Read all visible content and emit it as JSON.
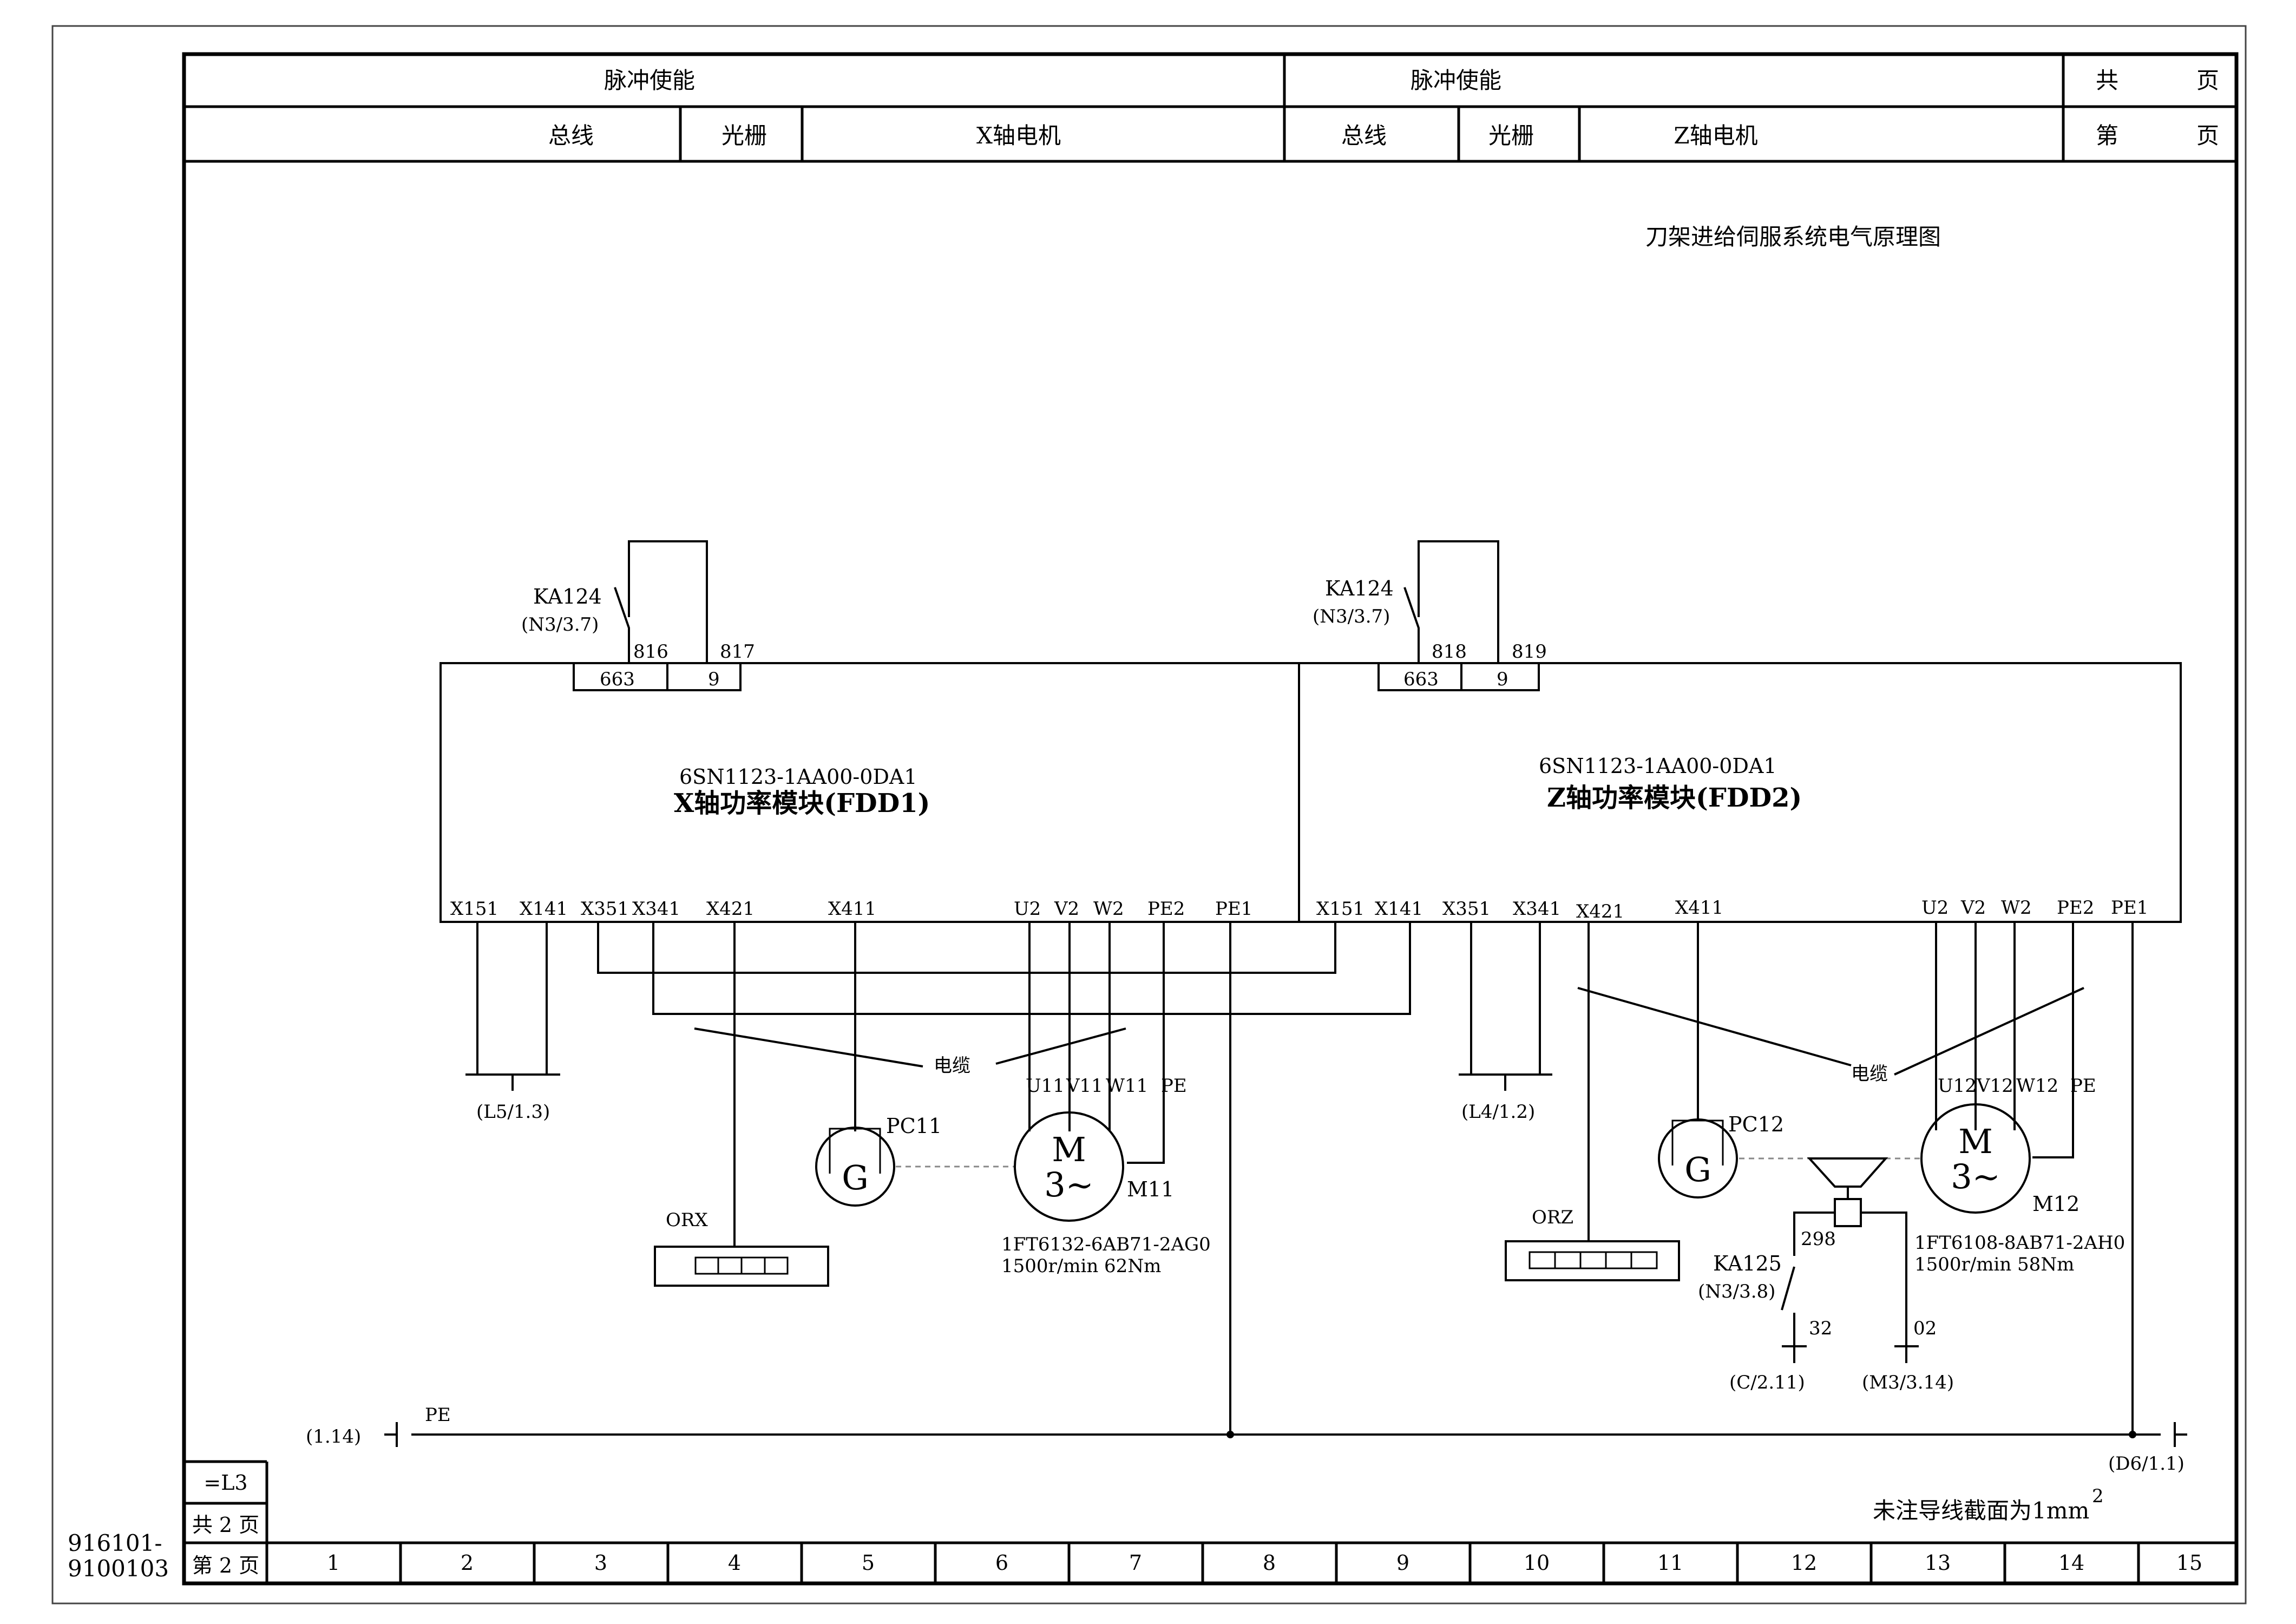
{
  "header": {
    "pulse_enable_left": "脉冲使能",
    "pulse_enable_right": "脉冲使能",
    "total_label": "共",
    "page_unit_1": "页",
    "sheet_label": "第",
    "page_unit_2": "页",
    "bus_left": "总线",
    "grating_left": "光栅",
    "x_motor": "X轴电机",
    "bus_right": "总线",
    "grating_right": "光栅",
    "z_motor": "Z轴电机"
  },
  "drawing_title": "刀架进给伺服系统电气原理图",
  "left_module": {
    "part_no": "6SN1123-1AA00-0DA1",
    "name": "X轴功率模块(FDD1)",
    "relay": "KA124",
    "relay_ref": "(N3/3.7)",
    "wire_a": "816",
    "wire_b": "817",
    "term_a": "663",
    "term_b": "9",
    "ports": [
      "X151",
      "X141",
      "X351",
      "X341",
      "X421",
      "X411",
      "U2",
      "V2",
      "W2",
      "PE2",
      "PE1"
    ],
    "ground_ref": "(L5/1.3)",
    "cable": "电缆",
    "encoder": "PC11",
    "encoder_symbol": "G",
    "motor_symbol": "M",
    "motor_phase": "3~",
    "motor": "M11",
    "motor_wires": [
      "U11",
      "V11",
      "W11",
      "PE"
    ],
    "motor_type": "1FT6132-6AB71-2AG0",
    "motor_rating": "1500r/min 62Nm",
    "grating": "ORX"
  },
  "right_module": {
    "part_no": "6SN1123-1AA00-0DA1",
    "name": "Z轴功率模块(FDD2)",
    "relay": "KA124",
    "relay_ref": "(N3/3.7)",
    "wire_a": "818",
    "wire_b": "819",
    "term_a": "663",
    "term_b": "9",
    "ports": [
      "X151",
      "X141",
      "X351",
      "X341",
      "X421",
      "X411",
      "U2",
      "V2",
      "W2",
      "PE2",
      "PE1"
    ],
    "ground_ref": "(L4/1.2)",
    "cable": "电缆",
    "encoder": "PC12",
    "encoder_symbol": "G",
    "motor_symbol": "M",
    "motor_phase": "3~",
    "motor": "M12",
    "motor_wires": [
      "U12",
      "V12",
      "W12",
      "PE"
    ],
    "motor_type": "1FT6108-8AB71-2AH0",
    "motor_rating": "1500r/min 58Nm",
    "grating": "ORZ",
    "brake_wire": "298",
    "brake_relay": "KA125",
    "brake_relay_ref": "(N3/3.8)",
    "brake_left_wire": "32",
    "brake_right_wire": "02",
    "brake_left_ref": "(C/2.11)",
    "brake_right_ref": "(M3/3.14)"
  },
  "pe_bus": {
    "left_ref": "(1.14)",
    "label": "PE",
    "right_ref": "(D6/1.1)"
  },
  "note": "未注导线截面为1mm",
  "note_sup": "2",
  "title_block": {
    "code": "=L3",
    "total_pages": "共 2 页",
    "page_no": "第 2 页",
    "drawing_no_line1": "916101-",
    "drawing_no_line2": "9100103"
  },
  "columns": [
    "1",
    "2",
    "3",
    "4",
    "5",
    "6",
    "7",
    "8",
    "9",
    "10",
    "11",
    "12",
    "13",
    "14",
    "15"
  ]
}
